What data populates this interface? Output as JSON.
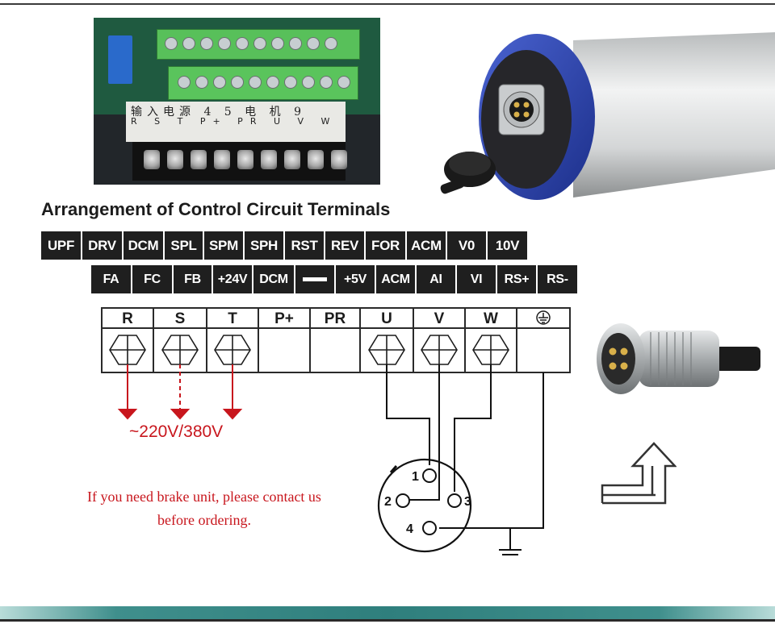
{
  "heading": "Arrangement of Control Circuit Terminals",
  "terminal_rows": {
    "row1": [
      "UPF",
      "DRV",
      "DCM",
      "SPL",
      "SPM",
      "SPH",
      "RST",
      "REV",
      "FOR",
      "ACM",
      "V0",
      "10V"
    ],
    "row2": [
      "FA",
      "FC",
      "FB",
      "+24V",
      "DCM",
      "",
      "+5V",
      "ACM",
      "AI",
      "VI",
      "RS+",
      "RS-"
    ]
  },
  "power_terminals": [
    "R",
    "S",
    "T",
    "P+",
    "PR",
    "U",
    "V",
    "W"
  ],
  "ground_terminal_icon": "ground-icon",
  "voltage_label": "~220V/380V",
  "brake_note": {
    "line1": "If you need brake unit, please contact us",
    "line2": "before ordering."
  },
  "connector_pins": [
    "1",
    "2",
    "3",
    "4"
  ],
  "board_photo_label": {
    "line1": "输入电源 4 5 电 机 9",
    "line2": "R S T P+ PR U V W"
  },
  "colors": {
    "terminal_bg": "#1f1f1f",
    "accent_red": "#c8161d",
    "band_teal": "#2f7f7d"
  },
  "icons": [
    "ground-icon",
    "arrow-up-right-icon",
    "terminal-screw-icon"
  ]
}
